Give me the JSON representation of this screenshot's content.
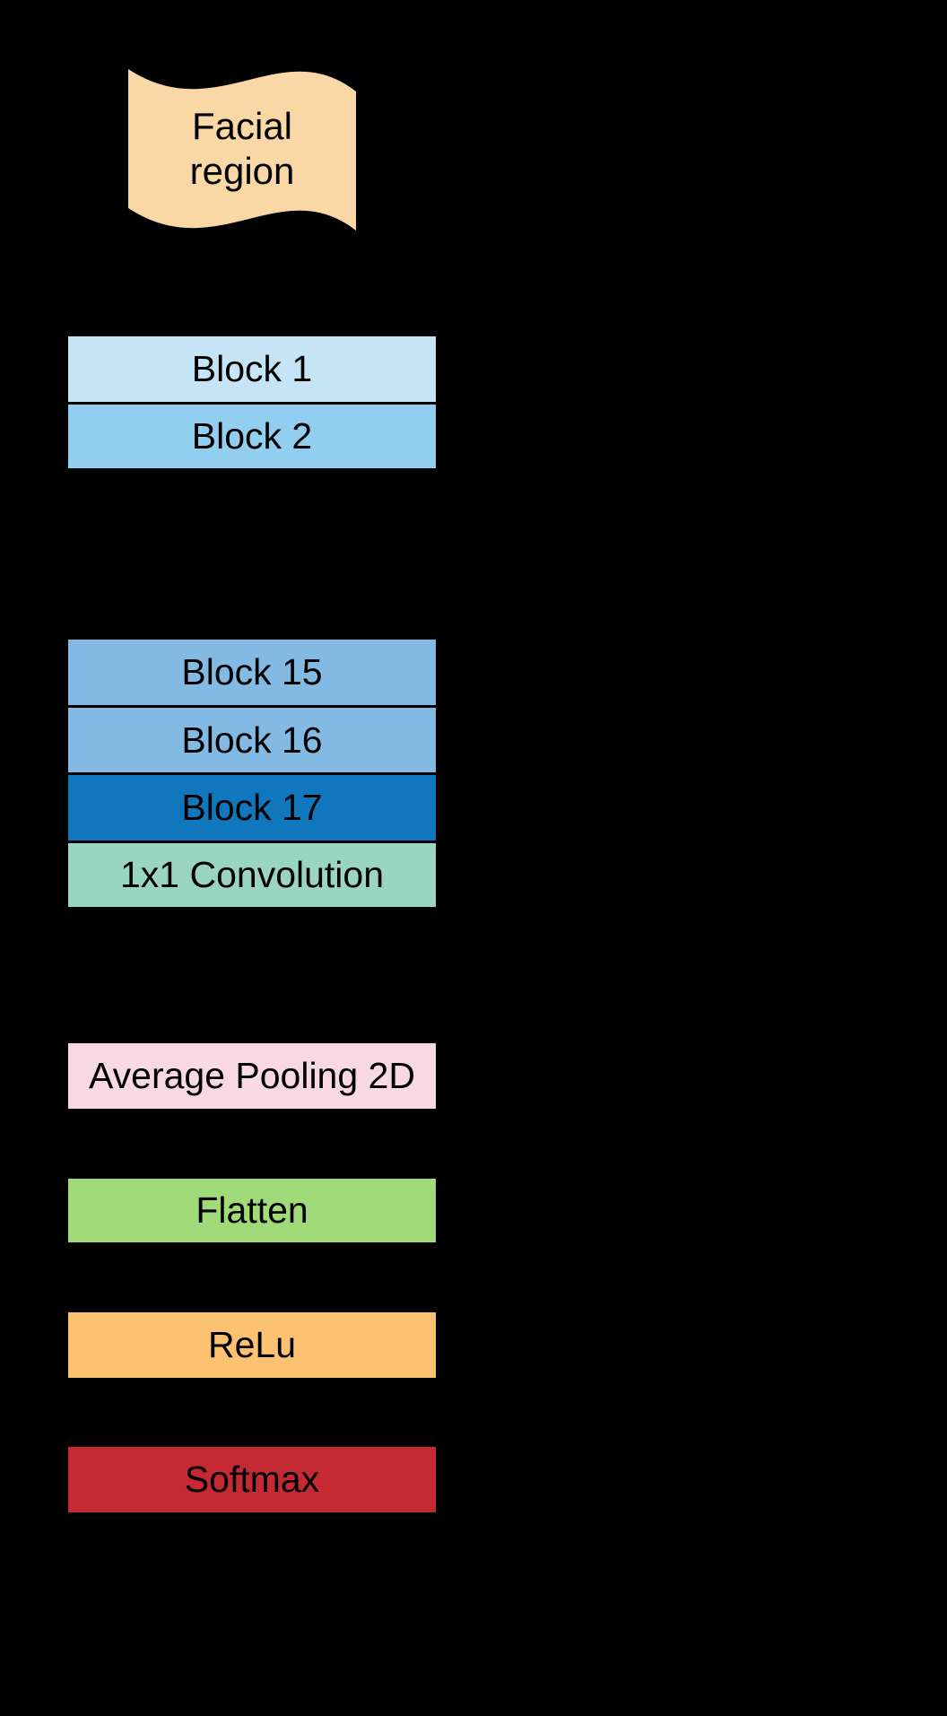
{
  "diagram": {
    "background": "#000000",
    "text_color": "#000000",
    "input": {
      "label": "Facial region",
      "fill": "#FAD8A5"
    },
    "blocks": [
      {
        "label": "Block 1",
        "fill": "#C5E4F5"
      },
      {
        "label": "Block 2",
        "fill": "#92CEEF"
      },
      {
        "label": "Block 15",
        "fill": "#83BAE4"
      },
      {
        "label": "Block 16",
        "fill": "#83BAE4"
      },
      {
        "label": "Block 17",
        "fill": "#1177BD"
      },
      {
        "label": "1x1 Convolution",
        "fill": "#9AD5C2"
      },
      {
        "label": "Average Pooling 2D",
        "fill": "#F8D8E3"
      },
      {
        "label": "Flatten",
        "fill": "#A1DA78"
      },
      {
        "label": "ReLu",
        "fill": "#FCC271"
      },
      {
        "label": "Softmax",
        "fill": "#C52A34"
      }
    ]
  }
}
